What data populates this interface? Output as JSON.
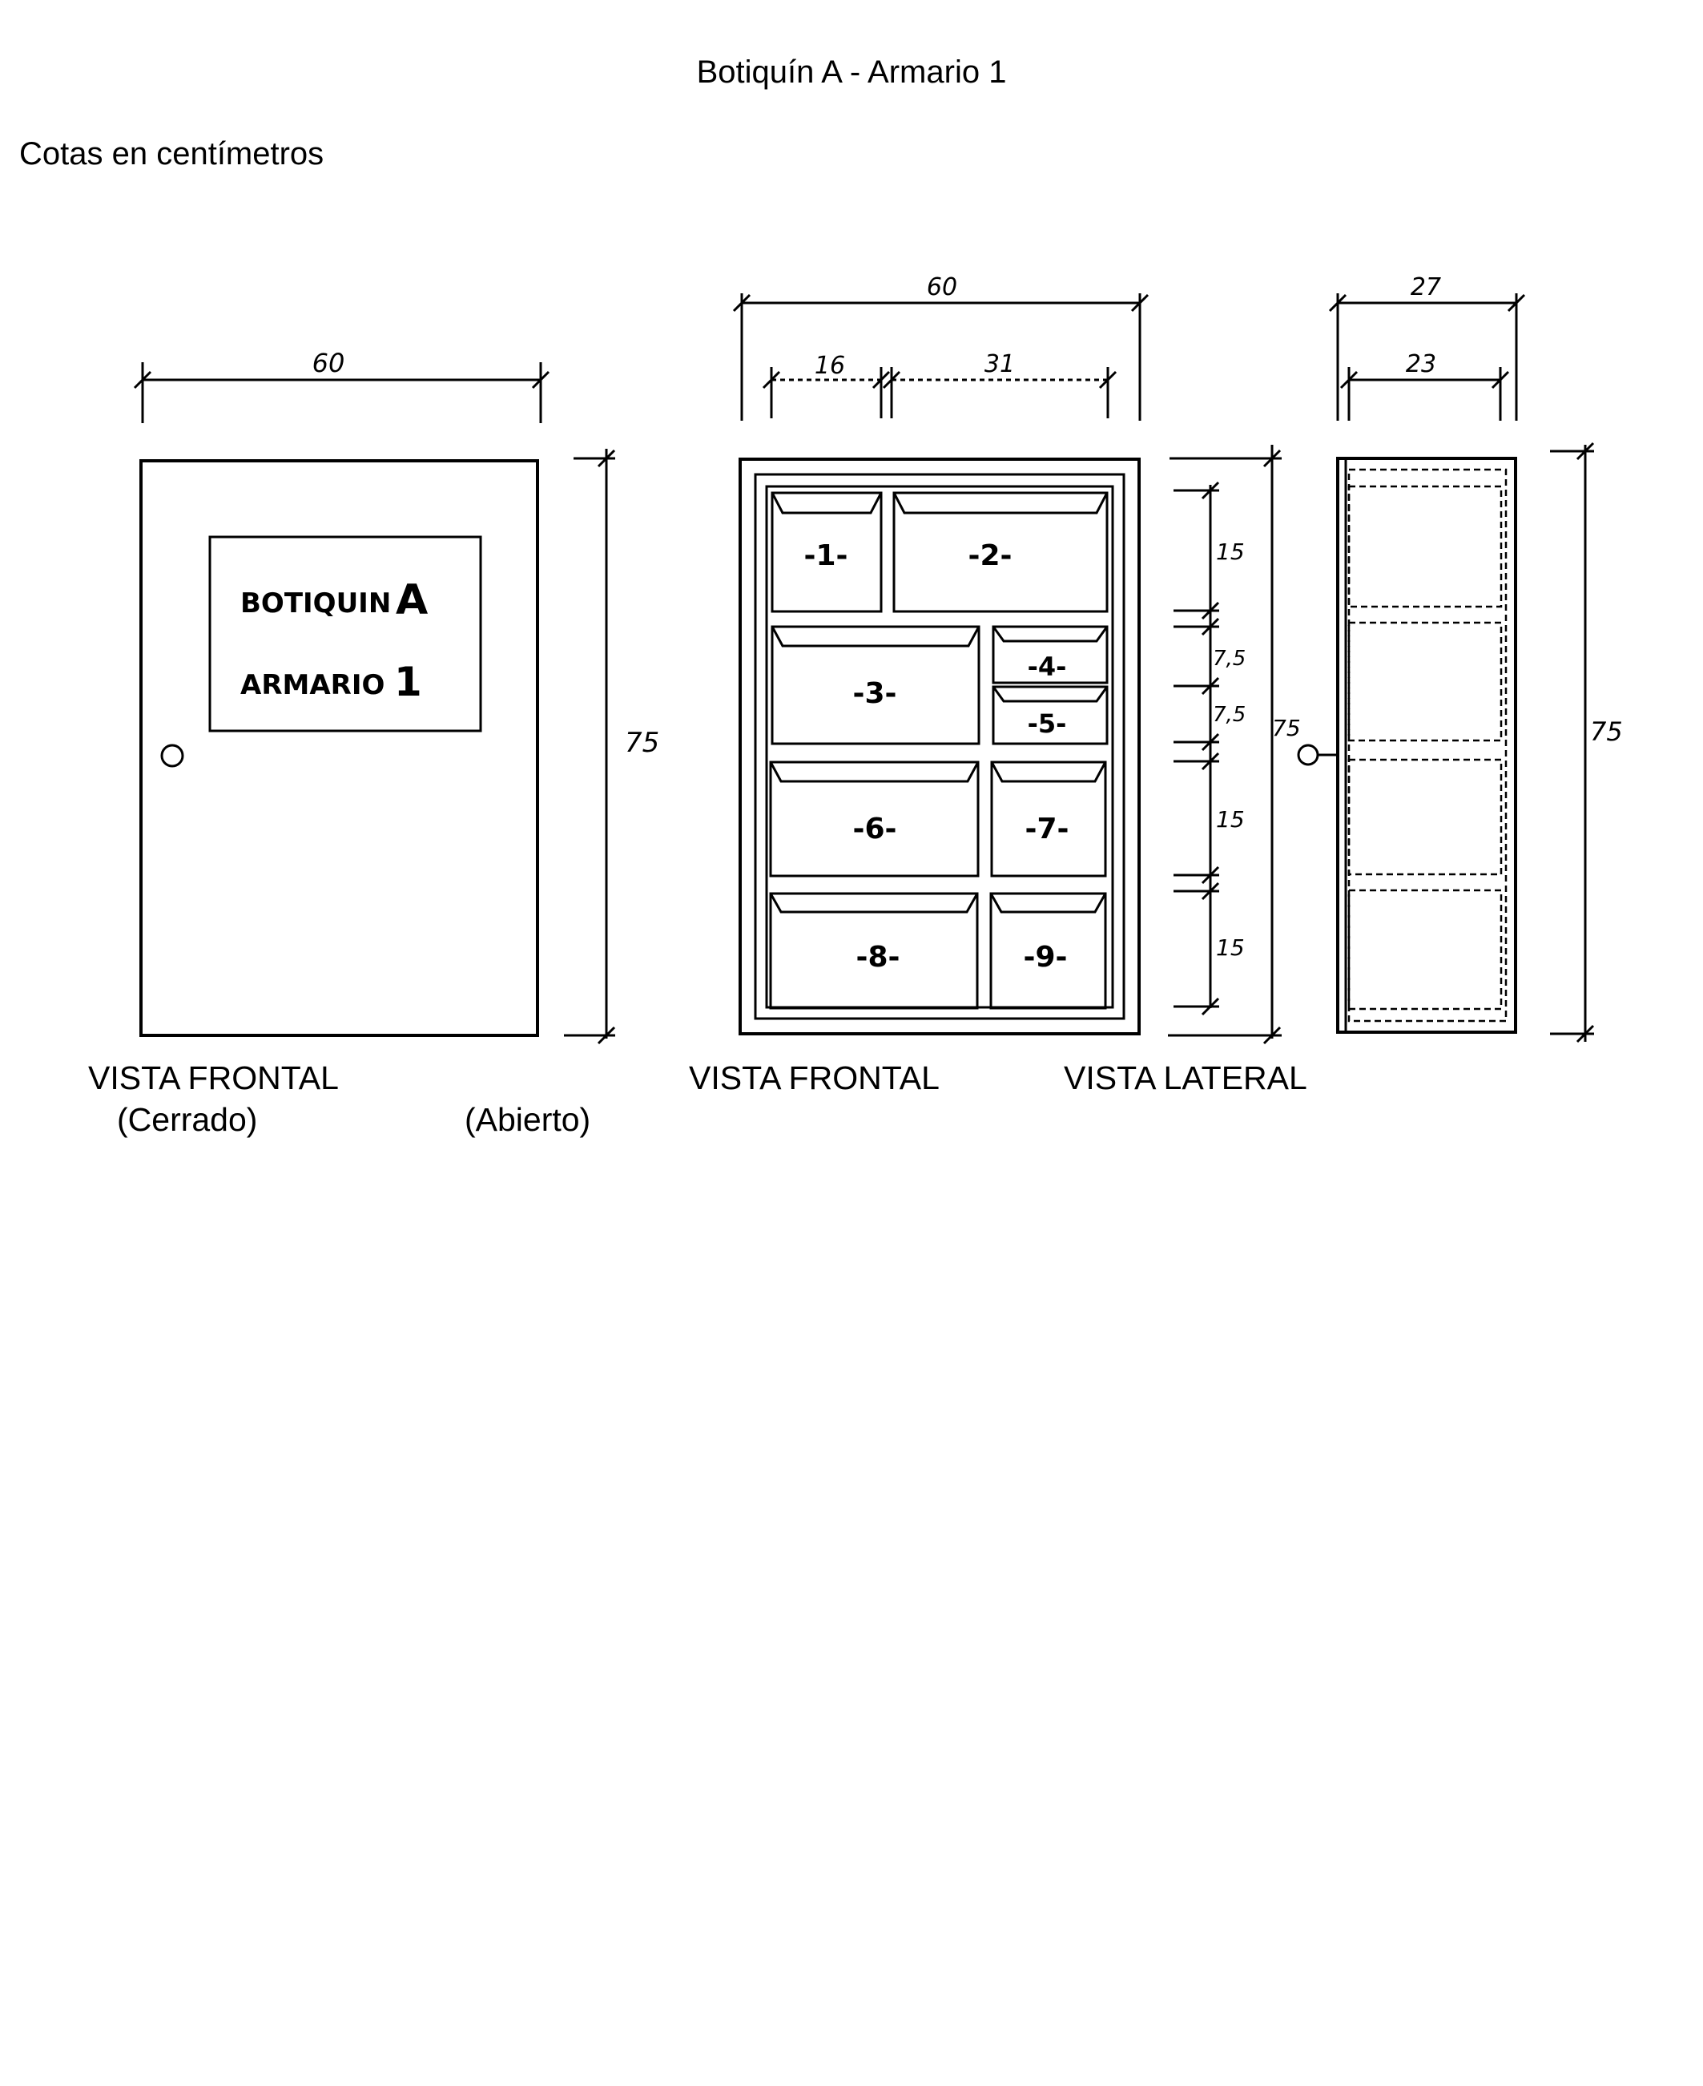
{
  "title": "Botiquín A - Armario 1",
  "units_note": "Cotas en centímetros",
  "sign": {
    "line1": "BOTIQUIN",
    "letter": "A",
    "line2": "ARMARIO",
    "number": "1"
  },
  "views": {
    "closed_front": {
      "name": "VISTA FRONTAL",
      "state": "(Cerrado)"
    },
    "open_front": {
      "name": "VISTA FRONTAL",
      "state": "(Abierto)"
    },
    "side": {
      "name": "VISTA LATERAL"
    }
  },
  "dimensions": {
    "closed_width": "60",
    "closed_height": "75",
    "open_width": "60",
    "open_left_col": "16",
    "open_right_col": "31",
    "open_height": "75",
    "row_1": "15",
    "row_2a": "7,5",
    "row_2b": "7,5",
    "row_3": "15",
    "row_4": "15",
    "side_outer_depth": "27",
    "side_inner_depth": "23",
    "side_height": "75"
  },
  "compartments": [
    "-1-",
    "-2-",
    "-3-",
    "-4-",
    "-5-",
    "-6-",
    "-7-",
    "-8-",
    "-9-"
  ]
}
